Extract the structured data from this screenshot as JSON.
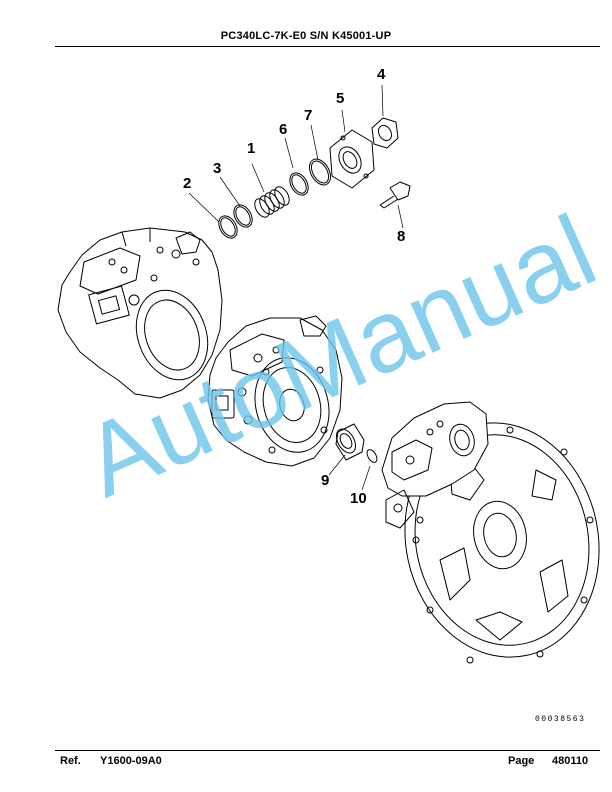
{
  "header": {
    "title": "PC340LC-7K-E0 S/N K45001-UP"
  },
  "callouts": [
    "1",
    "2",
    "3",
    "4",
    "5",
    "6",
    "7",
    "8",
    "9",
    "10"
  ],
  "watermark": "AutoManual",
  "figure_number": "00038563",
  "footer": {
    "ref_label": "Ref.",
    "ref_value": "Y1600-09A0",
    "page_label": "Page",
    "page_value": "480110"
  }
}
